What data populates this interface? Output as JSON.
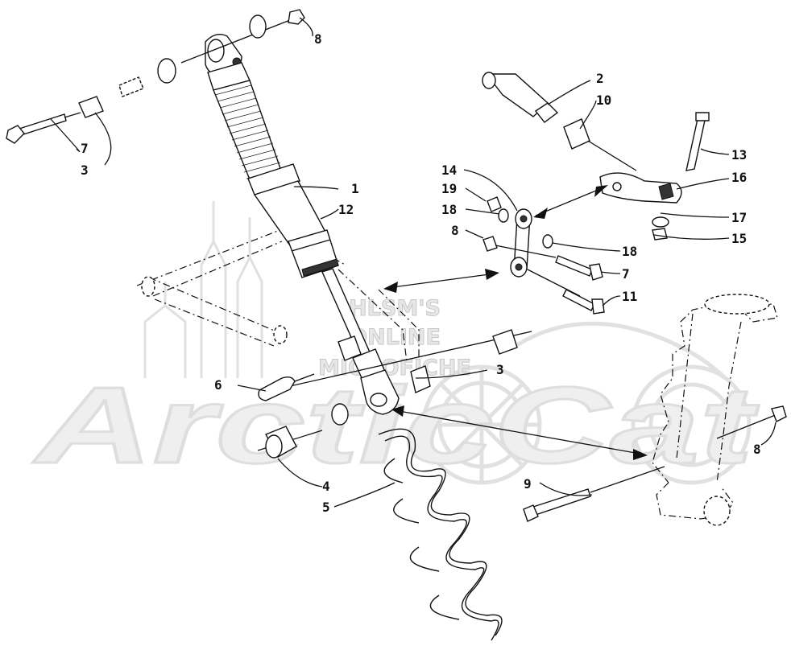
{
  "watermark": {
    "brand": "ArcticCat",
    "line1": "HLSM'S",
    "line2": "ONLINE",
    "line3": "MICROFICHE"
  },
  "callouts": [
    {
      "id": "c1",
      "label": "1"
    },
    {
      "id": "c2",
      "label": "2"
    },
    {
      "id": "c3a",
      "label": "3"
    },
    {
      "id": "c3b",
      "label": "3"
    },
    {
      "id": "c4",
      "label": "4"
    },
    {
      "id": "c5",
      "label": "5"
    },
    {
      "id": "c6",
      "label": "6"
    },
    {
      "id": "c7a",
      "label": "7"
    },
    {
      "id": "c7b",
      "label": "7"
    },
    {
      "id": "c8a",
      "label": "8"
    },
    {
      "id": "c8b",
      "label": "8"
    },
    {
      "id": "c8c",
      "label": "8"
    },
    {
      "id": "c9",
      "label": "9"
    },
    {
      "id": "c10",
      "label": "10"
    },
    {
      "id": "c11",
      "label": "11"
    },
    {
      "id": "c12",
      "label": "12"
    },
    {
      "id": "c13",
      "label": "13"
    },
    {
      "id": "c14",
      "label": "14"
    },
    {
      "id": "c15",
      "label": "15"
    },
    {
      "id": "c16",
      "label": "16"
    },
    {
      "id": "c17",
      "label": "17"
    },
    {
      "id": "c18a",
      "label": "18"
    },
    {
      "id": "c18b",
      "label": "18"
    },
    {
      "id": "c19",
      "label": "19"
    }
  ]
}
